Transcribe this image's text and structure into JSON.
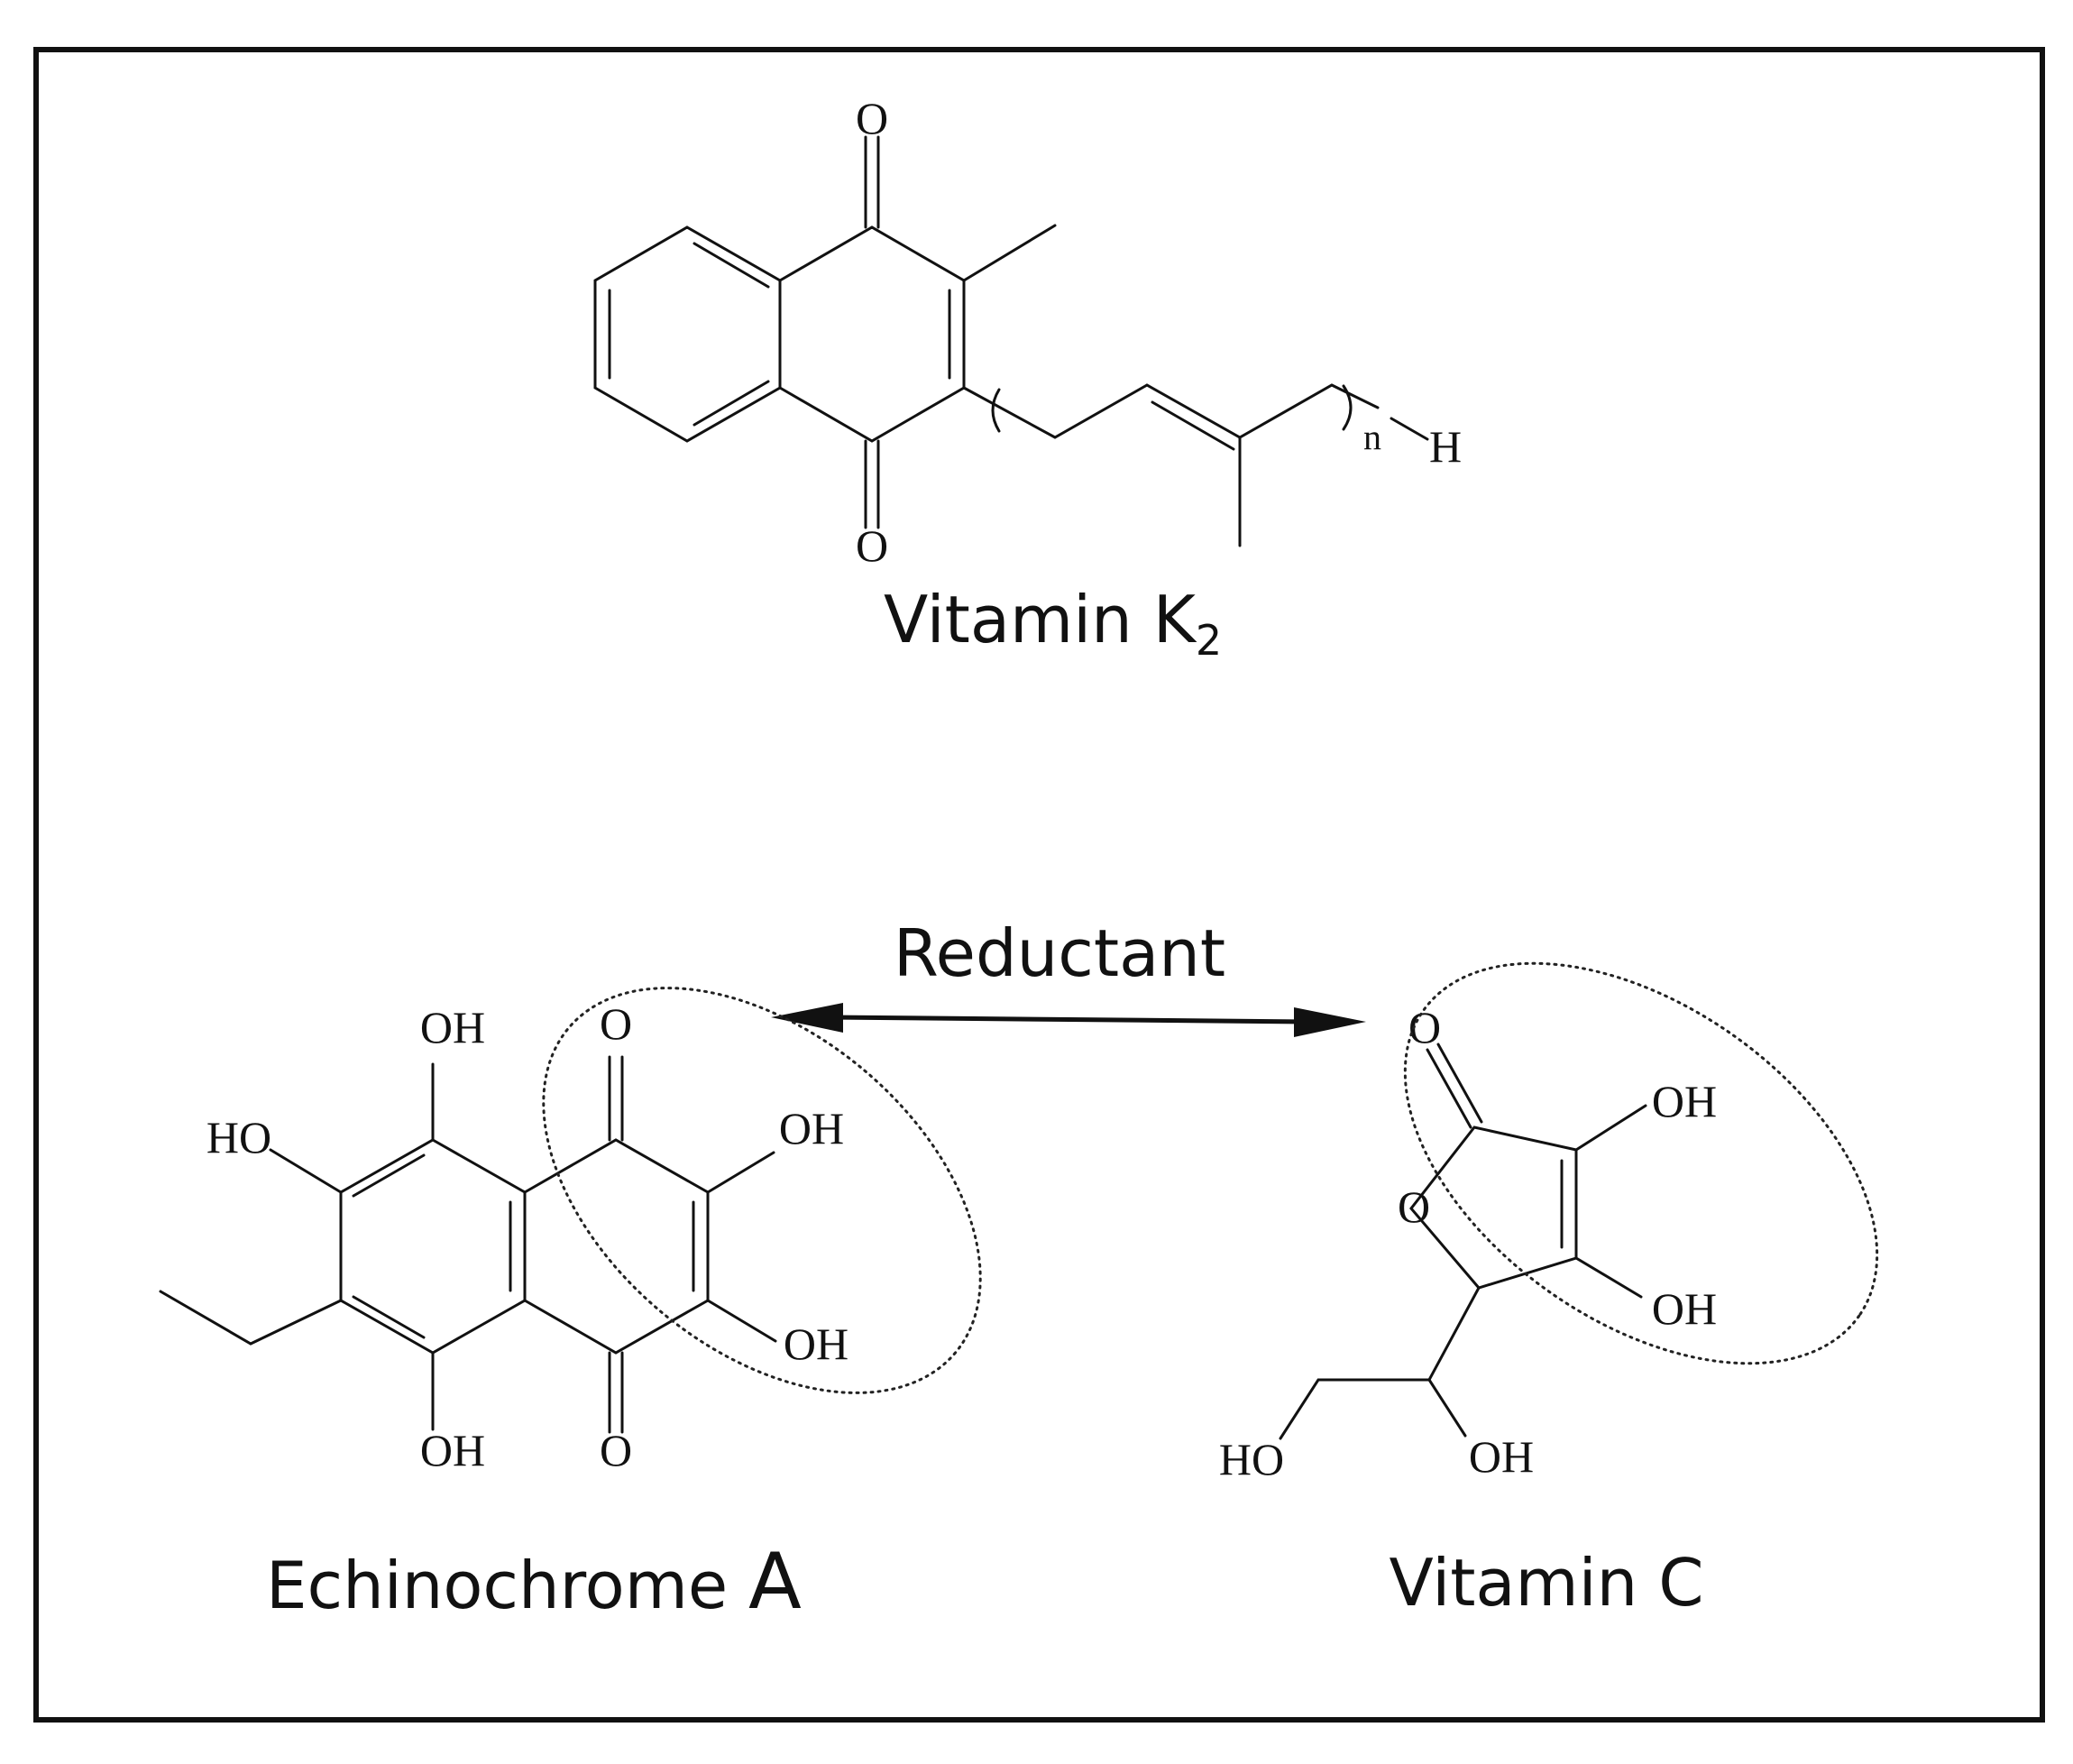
{
  "figure": {
    "border_color": "#111111",
    "vitamin_k2": {
      "name": "Vitamin K",
      "name_subscript": "2",
      "atoms": {
        "o_top": "O",
        "o_bottom": "O",
        "repeat_n": "n",
        "terminal_h": "H"
      }
    },
    "reductant": {
      "label": "Reductant"
    },
    "echinochrome": {
      "name_main": "Echinochrome ",
      "name_suffix": "A",
      "atoms": {
        "oh_top_left": "OH",
        "o_top": "O",
        "ho_left": "HO",
        "oh_right_top": "OH",
        "oh_right_bottom": "OH",
        "oh_bottom_left": "OH",
        "o_bottom": "O"
      }
    },
    "vitamin_c": {
      "name": "Vitamin C",
      "atoms": {
        "o_carbonyl": "O",
        "oh_top": "OH",
        "o_ring": "O",
        "oh_bottom": "OH",
        "ho_chain": "HO",
        "oh_chain": "OH"
      }
    }
  }
}
